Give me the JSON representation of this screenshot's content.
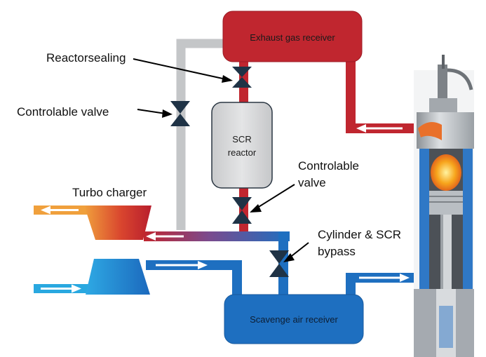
{
  "labels": {
    "exhaust_receiver": "Exhaust gas receiver",
    "reactor_sealing": "Reactorsealing",
    "controllable_valve_left": "Controlable valve",
    "scr_reactor_line1": "SCR",
    "scr_reactor_line2": "reactor",
    "controllable_valve_right_line1": "Controlable",
    "controllable_valve_right_line2": "valve",
    "turbo_charger": "Turbo charger",
    "bypass_line1": "Cylinder & SCR",
    "bypass_line2": "bypass",
    "scavenge_receiver": "Scavenge air receiver"
  },
  "colors": {
    "exhaust_red": "#c0262f",
    "bypass_gray": "#c4c6c8",
    "scavenge_blue": "#1e6fc0",
    "reactor_gray": "#d8d9da",
    "valve_dark": "#1f3346",
    "outlet_orange": "#f0a03c",
    "inlet_cyan": "#29a8e0"
  },
  "icons": {
    "valves": [
      "valve-icon",
      "valve-icon",
      "valve-icon",
      "valve-icon"
    ],
    "engine": "engine-cylinder-icon"
  }
}
